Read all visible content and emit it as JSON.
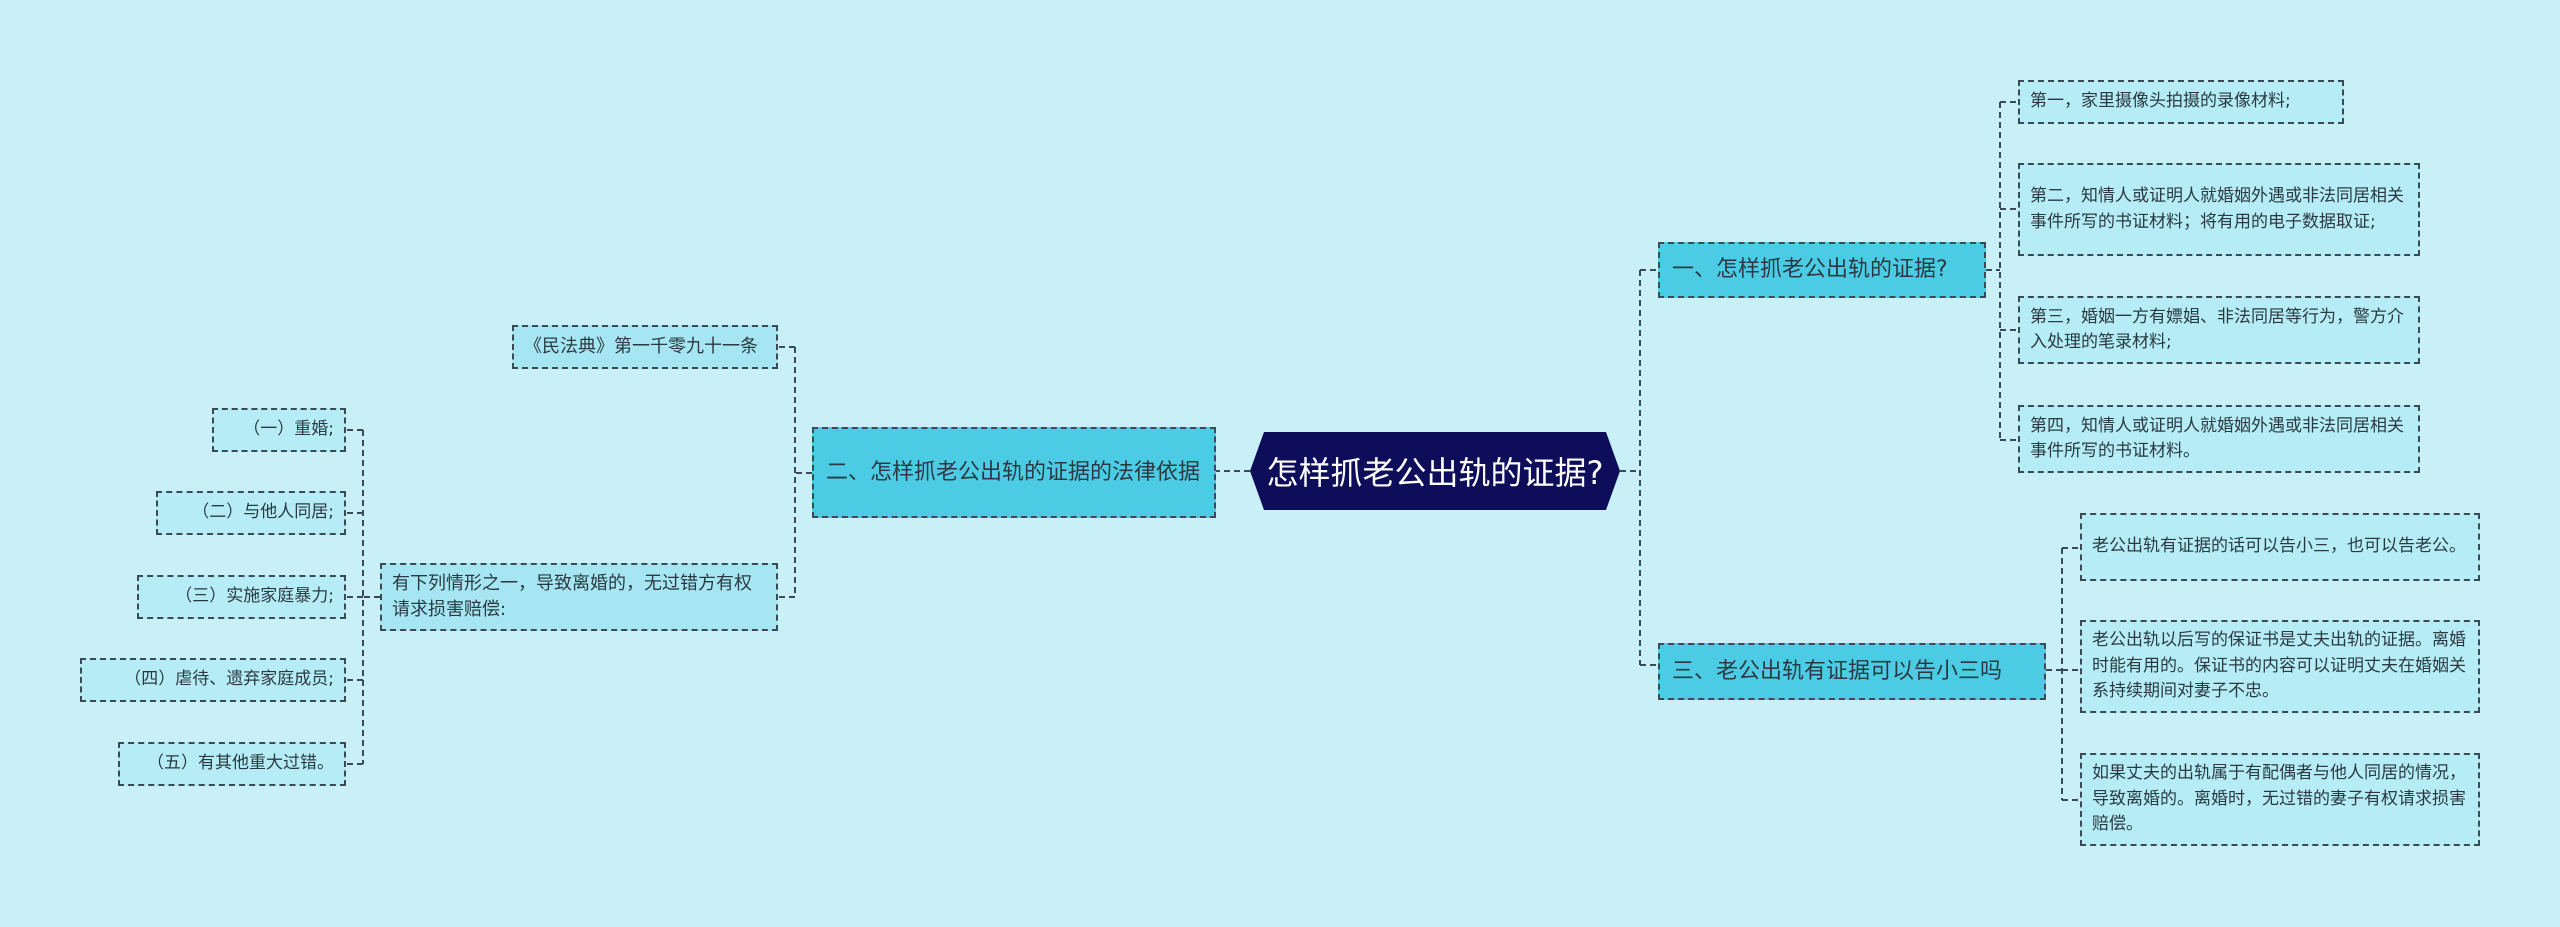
{
  "central": "怎样抓老公出轨的证据?",
  "branch1": {
    "title": "一、怎样抓老公出轨的证据?",
    "items": [
      "第一，家里摄像头拍摄的录像材料;",
      "第二，知情人或证明人就婚姻外遇或非法同居相关事件所写的书证材料；将有用的电子数据取证;",
      "第三，婚姻一方有嫖娼、非法同居等行为，警方介入处理的笔录材料;",
      "第四，知情人或证明人就婚姻外遇或非法同居相关事件所写的书证材料。"
    ]
  },
  "branch2": {
    "title": "二、怎样抓老公出轨的证据的法律依据",
    "law": "《民法典》第一千零九十一条",
    "clause": "有下列情形之一，导致离婚的，无过错方有权请求损害赔偿:",
    "cases": [
      "（一）重婚;",
      "（二）与他人同居;",
      "（三）实施家庭暴力;",
      "（四）虐待、遗弃家庭成员;",
      "（五）有其他重大过错。"
    ]
  },
  "branch3": {
    "title": "三、老公出轨有证据可以告小三吗",
    "items": [
      "老公出轨有证据的话可以告小三，也可以告老公。",
      "老公出轨以后写的保证书是丈夫出轨的证据。离婚时能有用的。保证书的内容可以证明丈夫在婚姻关系持续期间对妻子不忠。",
      "如果丈夫的出轨属于有配偶者与他人同居的情况，导致离婚的。离婚时，无过错的妻子有权请求损害赔偿。"
    ]
  },
  "colors": {
    "background": "#c9f0f7",
    "central": "#0d0d5a",
    "level1": "#4bcce4",
    "level2": "#a6e6f2",
    "connector": "#3a4b55"
  }
}
